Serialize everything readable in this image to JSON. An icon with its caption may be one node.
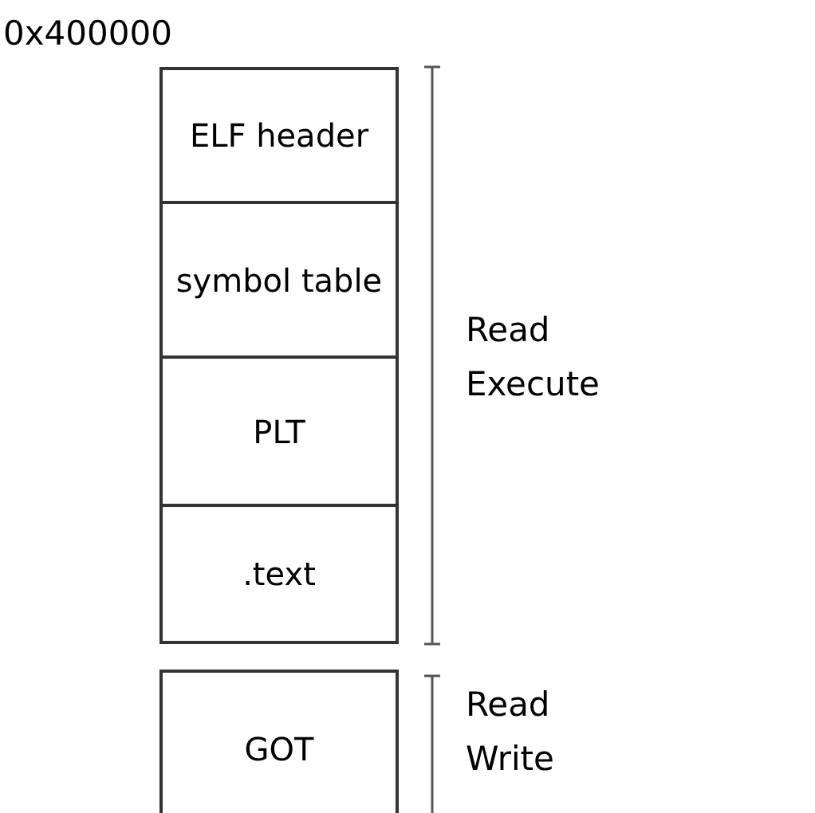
{
  "diagram": {
    "nodes": [
      {
        "text": [
          "ELF header"
        ]
      },
      {
        "text": [
          "symbol table"
        ]
      },
      {
        "text": [
          "PLT"
        ]
      },
      {
        "text": [
          ".text"
        ]
      },
      {
        "text": [
          "GOT"
        ]
      }
    ],
    "labels": [
      "0x400000",
      "Read Execute",
      "Read Write"
    ]
  }
}
